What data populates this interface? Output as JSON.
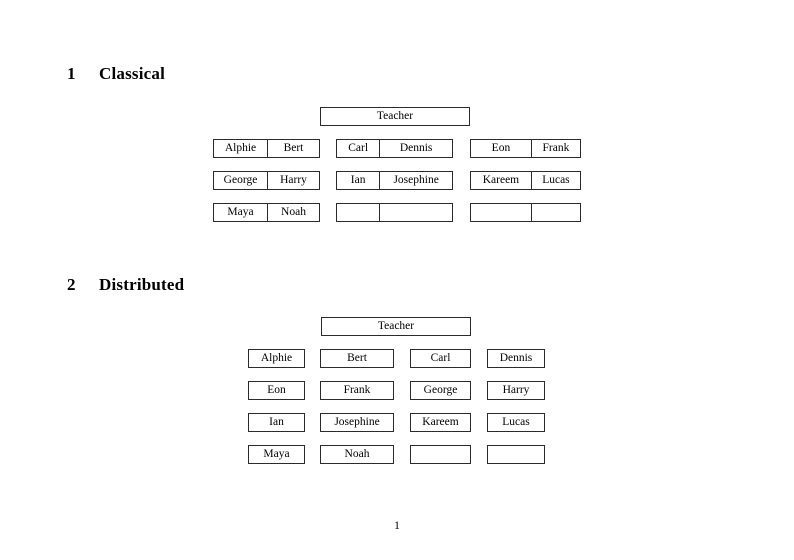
{
  "document": {
    "page_number": "1",
    "ink_color": "#2b2b2b",
    "background_color": "#ffffff"
  },
  "sections": [
    {
      "number": "1",
      "title": "Classical",
      "teacher_label": "Teacher",
      "groups": [
        {
          "rows": [
            [
              "Alphie",
              "Bert"
            ],
            [
              "George",
              "Harry"
            ],
            [
              "Maya",
              "Noah"
            ]
          ]
        },
        {
          "rows": [
            [
              "Carl",
              "Dennis"
            ],
            [
              "Ian",
              "Josephine"
            ],
            [
              "",
              ""
            ]
          ]
        },
        {
          "rows": [
            [
              "Eon",
              "Frank"
            ],
            [
              "Kareem",
              "Lucas"
            ],
            [
              "",
              ""
            ]
          ]
        }
      ]
    },
    {
      "number": "2",
      "title": "Distributed",
      "teacher_label": "Teacher",
      "grid": [
        [
          "Alphie",
          "Bert",
          "Carl",
          "Dennis"
        ],
        [
          "Eon",
          "Frank",
          "George",
          "Harry"
        ],
        [
          "Ian",
          "Josephine",
          "Kareem",
          "Lucas"
        ],
        [
          "Maya",
          "Noah",
          "",
          ""
        ]
      ]
    }
  ]
}
